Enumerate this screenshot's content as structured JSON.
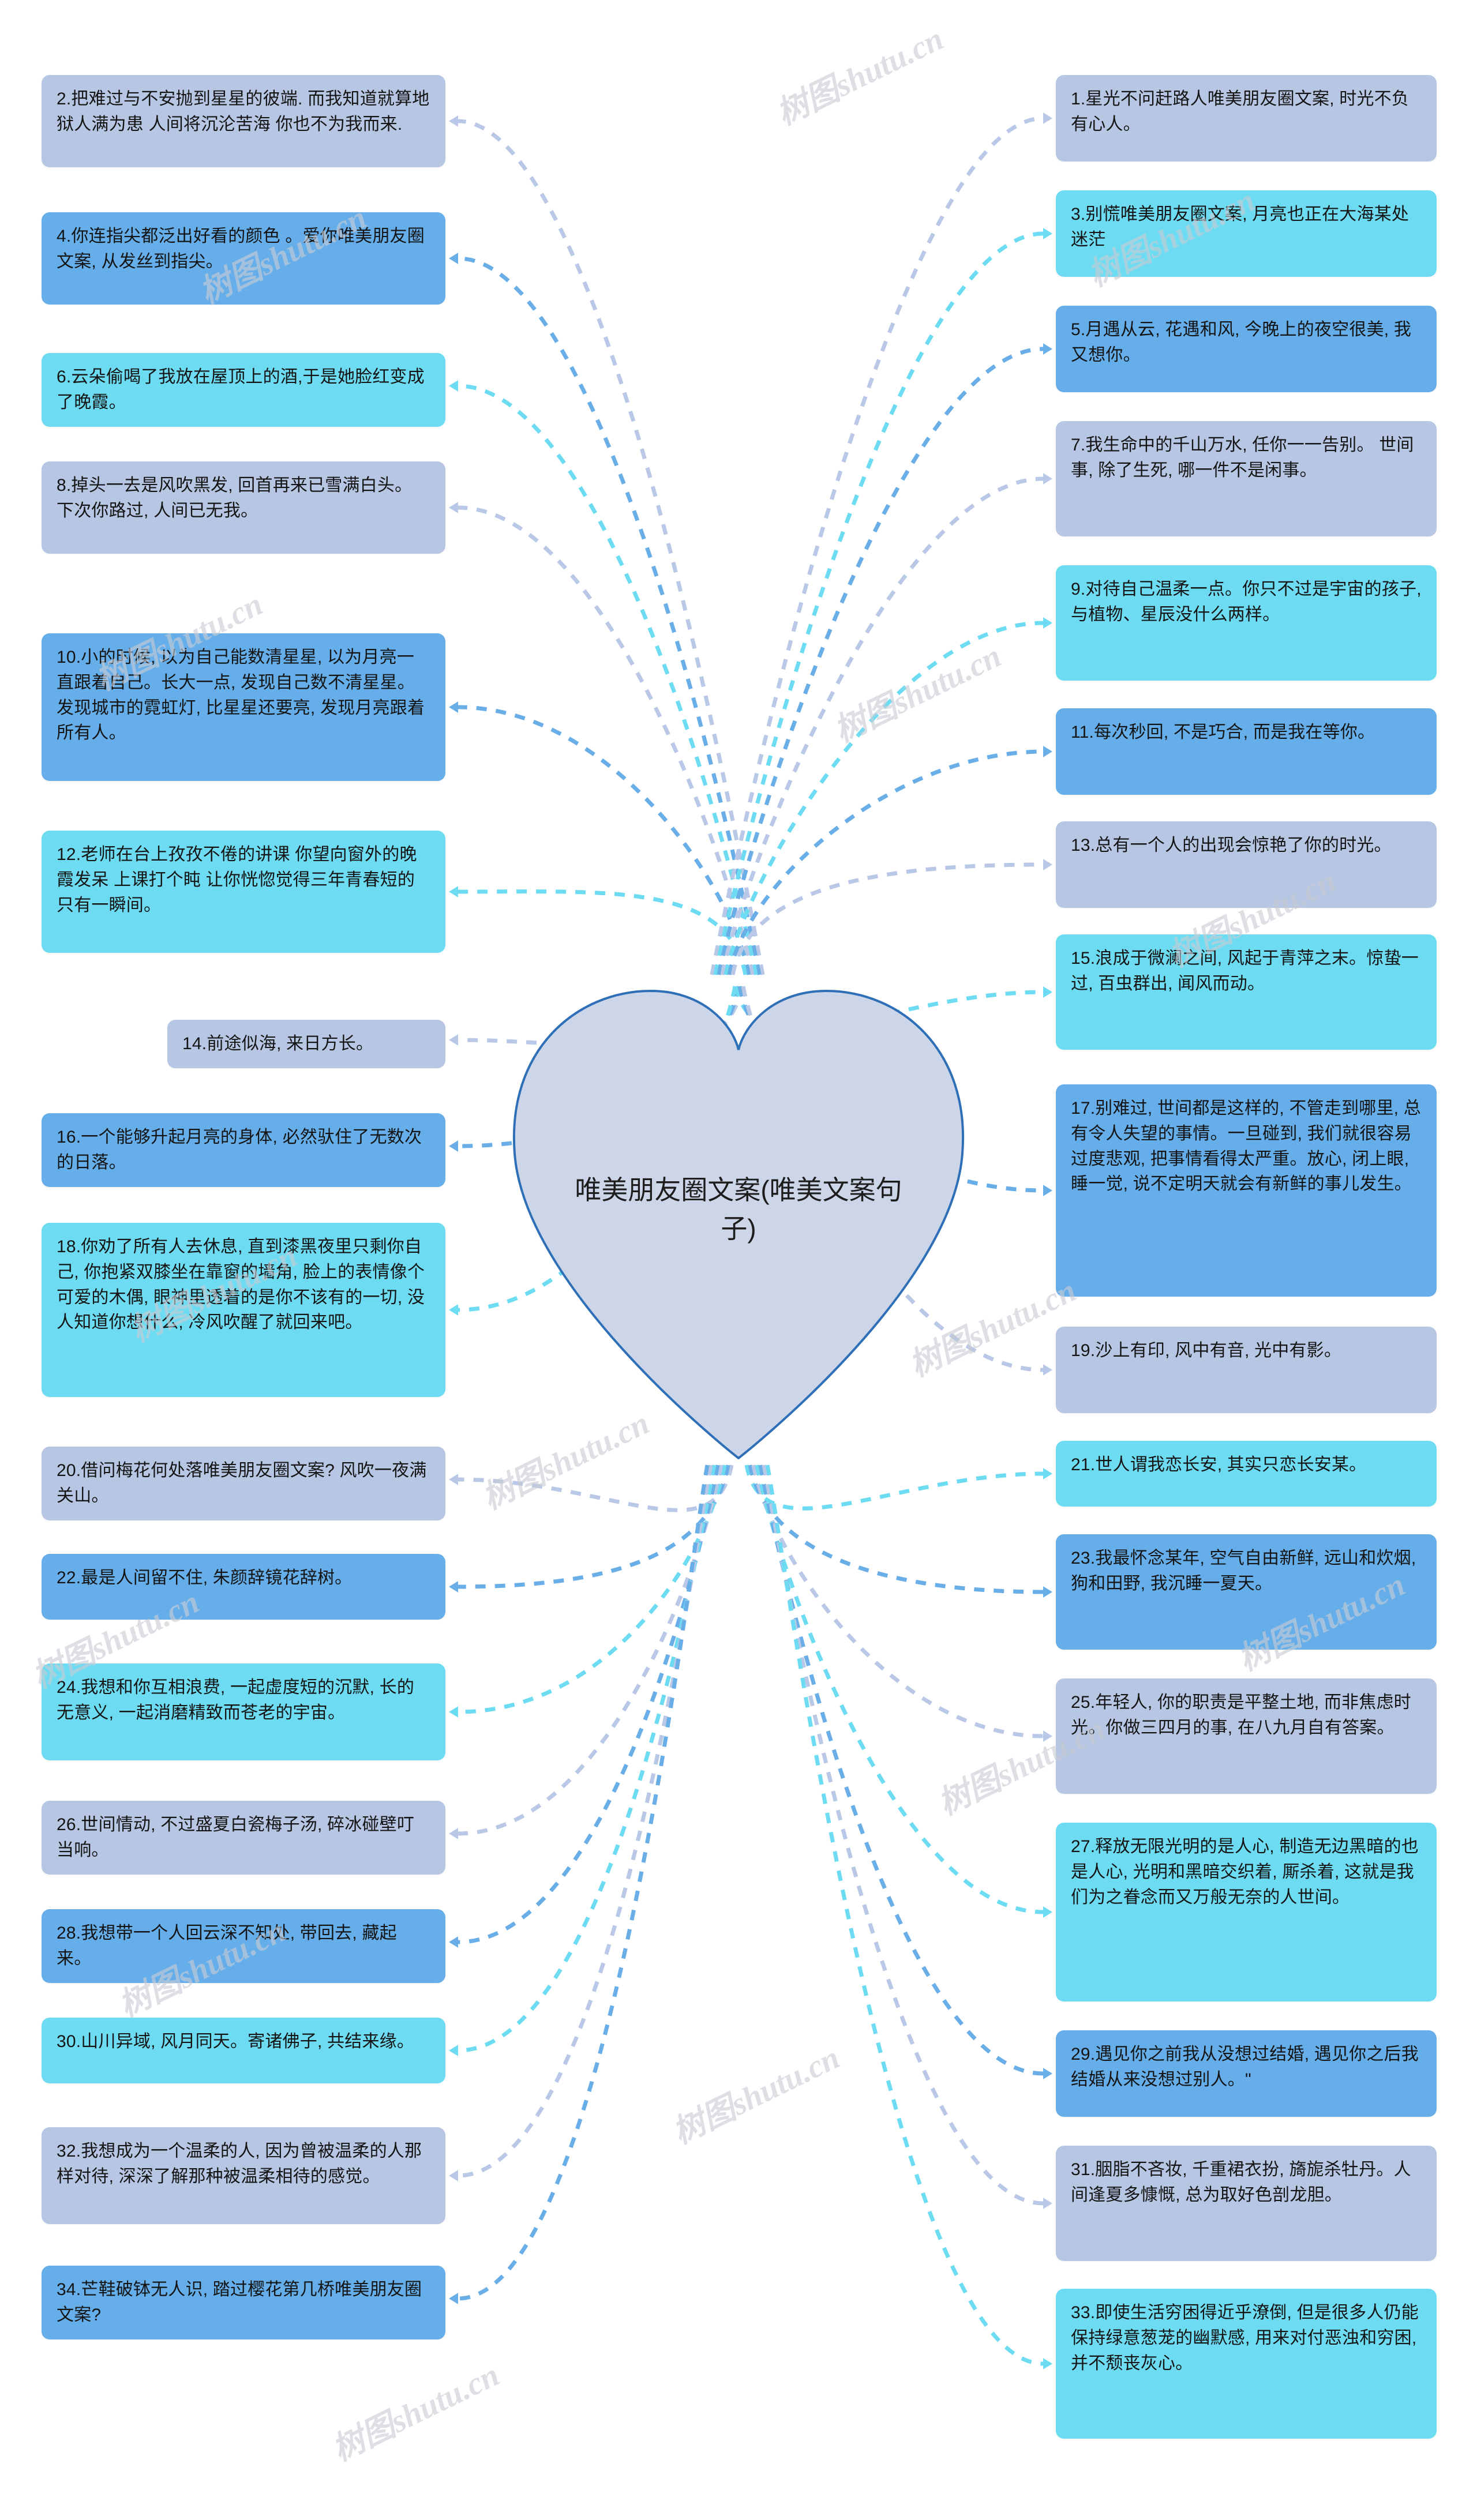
{
  "central": {
    "title": "唯美朋友圈文案(唯美文案句子)",
    "shape": "heart",
    "fill": "#ccd6e8",
    "stroke": "#2e6fb7"
  },
  "palette": {
    "periwinkle": "#b6c6e3",
    "blue": "#65aeea",
    "cyan": "#6ddcf3",
    "connector_light": "#b9c8e6",
    "connector_blue": "#6aaee8",
    "connector_cyan": "#6ddcf3",
    "background": "#ffffff",
    "text": "#141414"
  },
  "watermark": {
    "text": "树图shutu.cn",
    "color": "#c9ccd4"
  },
  "left_nodes": [
    {
      "id": 2,
      "color": "periwinkle",
      "text": "2.把难过与不安抛到星星的彼端. 而我知道就算地狱人满为患 人间将沉沦苦海 你也不为我而来."
    },
    {
      "id": 4,
      "color": "blue",
      "text": "4.你连指尖都泛出好看的颜色 。爱你唯美朋友圈文案, 从发丝到指尖。"
    },
    {
      "id": 6,
      "color": "cyan",
      "text": "6.云朵偷喝了我放在屋顶上的酒,于是她脸红变成了晚霞。"
    },
    {
      "id": 8,
      "color": "periwinkle",
      "text": "8.掉头一去是风吹黑发, 回首再来已雪满白头。 下次你路过, 人间已无我。"
    },
    {
      "id": 10,
      "color": "blue",
      "text": "10.小的时候, 以为自己能数清星星, 以为月亮一直跟着自己。长大一点, 发现自己数不清星星。发现城市的霓虹灯, 比星星还要亮, 发现月亮跟着所有人。"
    },
    {
      "id": 12,
      "color": "cyan",
      "text": "12.老师在台上孜孜不倦的讲课 你望向窗外的晚霞发呆 上课打个盹 让你恍惚觉得三年青春短的只有一瞬间。"
    },
    {
      "id": 14,
      "color": "periwinkle",
      "text": "14.前途似海, 来日方长。"
    },
    {
      "id": 16,
      "color": "blue",
      "text": "16.一个能够升起月亮的身体, 必然驮住了无数次的日落。"
    },
    {
      "id": 18,
      "color": "cyan",
      "text": "18.你劝了所有人去休息, 直到漆黑夜里只剩你自己, 你抱紧双膝坐在靠窗的墙角, 脸上的表情像个可爱的木偶, 眼神里透着的是你不该有的一切, 没人知道你想什么, 冷风吹醒了就回来吧。"
    },
    {
      "id": 20,
      "color": "periwinkle",
      "text": "20.借问梅花何处落唯美朋友圈文案? 风吹一夜满关山。"
    },
    {
      "id": 22,
      "color": "blue",
      "text": "22.最是人间留不住, 朱颜辞镜花辞树。"
    },
    {
      "id": 24,
      "color": "cyan",
      "text": "24.我想和你互相浪费, 一起虚度短的沉默, 长的无意义, 一起消磨精致而苍老的宇宙。"
    },
    {
      "id": 26,
      "color": "periwinkle",
      "text": "26.世间情动, 不过盛夏白瓷梅子汤, 碎冰碰壁叮当响。"
    },
    {
      "id": 28,
      "color": "blue",
      "text": "28.我想带一个人回云深不知处, 带回去, 藏起来。"
    },
    {
      "id": 30,
      "color": "cyan",
      "text": "30.山川异域, 风月同天。寄诸佛子, 共结来缘。"
    },
    {
      "id": 32,
      "color": "periwinkle",
      "text": "32.我想成为一个温柔的人, 因为曾被温柔的人那样对待, 深深了解那种被温柔相待的感觉。"
    },
    {
      "id": 34,
      "color": "blue",
      "text": "34.芒鞋破钵无人识, 踏过樱花第几桥唯美朋友圈文案?"
    }
  ],
  "right_nodes": [
    {
      "id": 1,
      "color": "periwinkle",
      "text": "1.星光不问赶路人唯美朋友圈文案, 时光不负有心人。"
    },
    {
      "id": 3,
      "color": "cyan",
      "text": "3.别慌唯美朋友圈文案, 月亮也正在大海某处迷茫"
    },
    {
      "id": 5,
      "color": "blue",
      "text": "5.月遇从云, 花遇和风, 今晚上的夜空很美, 我又想你。"
    },
    {
      "id": 7,
      "color": "periwinkle",
      "text": "7.我生命中的千山万水, 任你一一告别。 世间事, 除了生死, 哪一件不是闲事。"
    },
    {
      "id": 9,
      "color": "cyan",
      "text": "9.对待自己温柔一点。你只不过是宇宙的孩子, 与植物、星辰没什么两样。"
    },
    {
      "id": 11,
      "color": "blue",
      "text": "11.每次秒回, 不是巧合, 而是我在等你。"
    },
    {
      "id": 13,
      "color": "periwinkle",
      "text": "13.总有一个人的出现会惊艳了你的时光。"
    },
    {
      "id": 15,
      "color": "cyan",
      "text": "15.浪成于微澜之间, 风起于青萍之末。惊蛰一过, 百虫群出, 闻风而动。"
    },
    {
      "id": 17,
      "color": "blue",
      "text": "17.别难过, 世间都是这样的, 不管走到哪里, 总有令人失望的事情。一旦碰到, 我们就很容易过度悲观, 把事情看得太严重。放心, 闭上眼, 睡一觉, 说不定明天就会有新鲜的事儿发生。"
    },
    {
      "id": 19,
      "color": "periwinkle",
      "text": "19.沙上有印, 风中有音, 光中有影。"
    },
    {
      "id": 21,
      "color": "cyan",
      "text": "21.世人谓我恋长安, 其实只恋长安某。"
    },
    {
      "id": 23,
      "color": "blue",
      "text": "23.我最怀念某年, 空气自由新鲜, 远山和炊烟, 狗和田野, 我沉睡一夏天。"
    },
    {
      "id": 25,
      "color": "periwinkle",
      "text": "25.年轻人, 你的职责是平整土地, 而非焦虑时光。你做三四月的事, 在八九月自有答案。"
    },
    {
      "id": 27,
      "color": "cyan",
      "text": "27.释放无限光明的是人心, 制造无边黑暗的也是人心, 光明和黑暗交织着, 厮杀着, 这就是我们为之眷念而又万般无奈的人世间。"
    },
    {
      "id": 29,
      "color": "blue",
      "text": "29.遇见你之前我从没想过结婚, 遇见你之后我结婚从来没想过别人。\""
    },
    {
      "id": 31,
      "color": "periwinkle",
      "text": "31.胭脂不吝妆, 千重裙衣扮, 旖旎杀牡丹。人间逢夏多慷慨, 总为取好色剖龙胆。"
    },
    {
      "id": 33,
      "color": "cyan",
      "text": "33.即使生活穷困得近乎潦倒, 但是很多人仍能保持绿意葱茏的幽默感, 用来对付恶浊和穷困, 并不颓丧灰心。"
    }
  ]
}
